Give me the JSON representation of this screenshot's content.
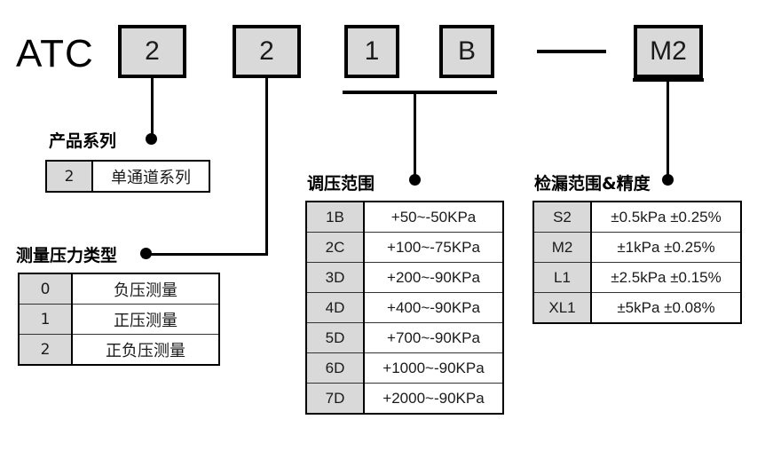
{
  "diagram": {
    "brand": "ATC",
    "code_boxes": [
      {
        "label": "2",
        "name": "code-box-series"
      },
      {
        "label": "2",
        "name": "code-box-pressure-type"
      },
      {
        "label": "1",
        "name": "code-box-range-1"
      },
      {
        "label": "B",
        "name": "code-box-range-2"
      },
      {
        "label": "M2",
        "name": "code-box-leak"
      }
    ],
    "separator": "—"
  },
  "sections": {
    "product_series": {
      "caption": "产品系列",
      "rows": [
        {
          "code": "2",
          "desc": "单通道系列"
        }
      ]
    },
    "pressure_type": {
      "caption": "测量压力类型",
      "rows": [
        {
          "code": "0",
          "desc": "负压测量"
        },
        {
          "code": "1",
          "desc": "正压测量"
        },
        {
          "code": "2",
          "desc": "正负压测量"
        }
      ]
    },
    "pressure_range": {
      "caption": "调压范围",
      "rows": [
        {
          "code": "1B",
          "desc": "+50~-50KPa"
        },
        {
          "code": "2C",
          "desc": "+100~-75KPa"
        },
        {
          "code": "3D",
          "desc": "+200~-90KPa"
        },
        {
          "code": "4D",
          "desc": "+400~-90KPa"
        },
        {
          "code": "5D",
          "desc": "+700~-90KPa"
        },
        {
          "code": "6D",
          "desc": "+1000~-90KPa"
        },
        {
          "code": "7D",
          "desc": "+2000~-90KPa"
        }
      ]
    },
    "leak_range": {
      "caption": "检漏范围&精度",
      "rows": [
        {
          "code": "S2",
          "desc": "±0.5kPa ±0.25%"
        },
        {
          "code": "M2",
          "desc": "±1kPa ±0.25%"
        },
        {
          "code": "L1",
          "desc": "±2.5kPa ±0.15%"
        },
        {
          "code": "XL1",
          "desc": "±5kPa ±0.08%"
        }
      ]
    }
  },
  "colors": {
    "code_fill": "#d9d9d9",
    "line": "#000000",
    "background": "#ffffff"
  }
}
